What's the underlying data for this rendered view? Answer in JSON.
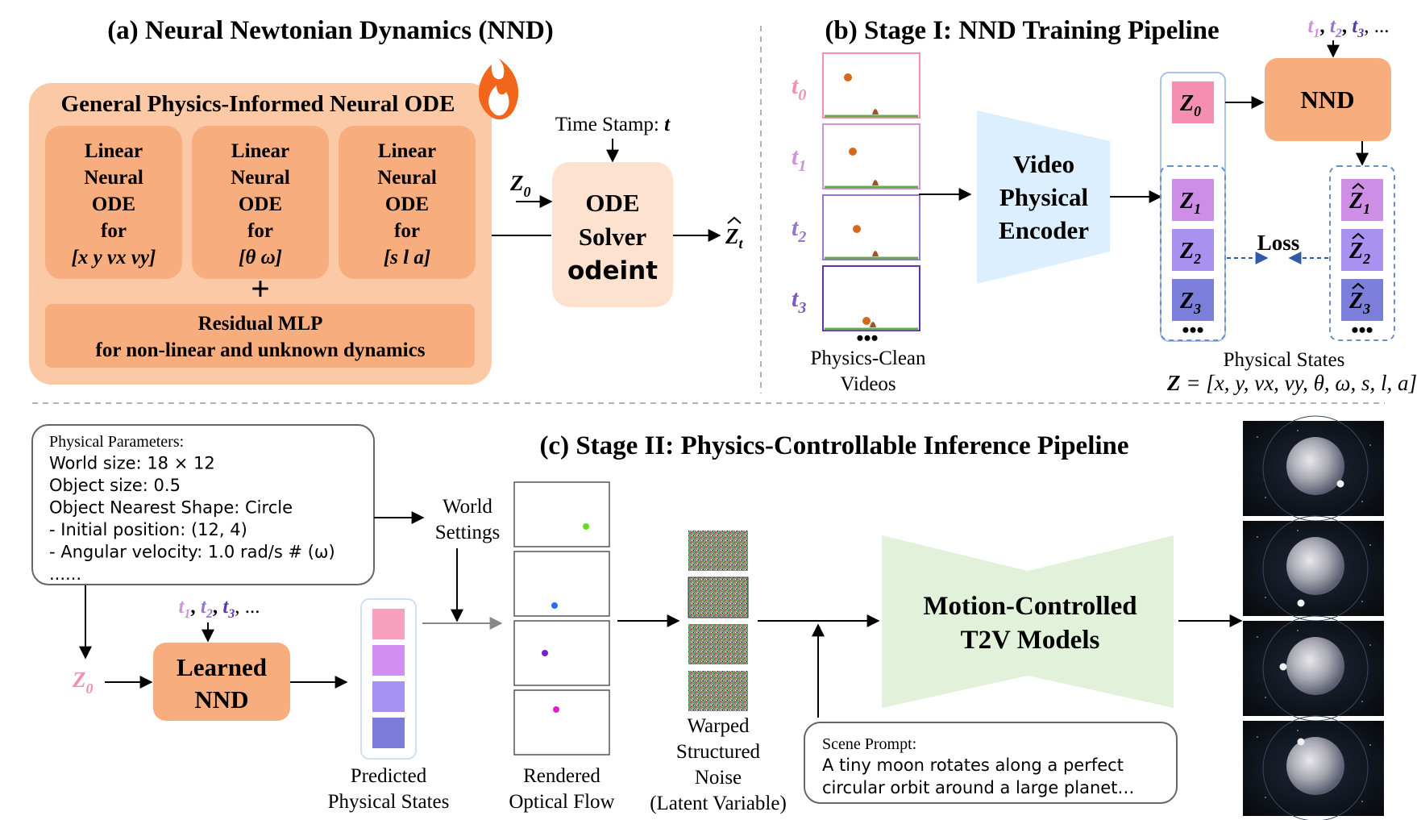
{
  "panel_a": {
    "title": "(a) Neural Newtonian Dynamics (NND)",
    "ode_box_title": "General Physics-Informed Neural ODE",
    "linear_blocks": [
      {
        "lines": [
          "Linear",
          "Neural",
          "ODE",
          "for",
          "[x y vx vy]"
        ]
      },
      {
        "lines": [
          "Linear",
          "Neural",
          "ODE",
          "for",
          "[θ ω]"
        ]
      },
      {
        "lines": [
          "Linear",
          "Neural",
          "ODE",
          "for",
          "[s l a]"
        ]
      }
    ],
    "plus": "+",
    "residual_line1": "Residual MLP",
    "residual_line2": "for non-linear and unknown dynamics",
    "time_stamp_label": "Time Stamp:",
    "time_stamp_var": "t",
    "z0_label": "Z",
    "z0_sub": "0",
    "solver_lines": [
      "ODE",
      "Solver",
      "odeint"
    ],
    "zt_label": "Z",
    "zt_sub": "t",
    "fire_icon": "fire-icon"
  },
  "panel_b": {
    "title": "(b) Stage I: NND Training Pipeline",
    "time_labels": [
      {
        "var": "t",
        "sub": "0",
        "color": "#f48fb1"
      },
      {
        "var": "t",
        "sub": "1",
        "color": "#ce93d8"
      },
      {
        "var": "t",
        "sub": "2",
        "color": "#9575cd"
      },
      {
        "var": "t",
        "sub": "3",
        "color": "#7e57c2"
      }
    ],
    "dots": "•••",
    "videos_caption": [
      "Physics-Clean",
      "Videos"
    ],
    "encoder_lines": [
      "Video",
      "Physical",
      "Encoder"
    ],
    "time_seq": {
      "t1": "t",
      "s1": "1",
      "t2": "t",
      "s2": "2",
      "t3": "t",
      "s3": "3",
      "rest": ", ..."
    },
    "nnd_label": "NND",
    "z_states": [
      {
        "label": "Z",
        "sub": "0",
        "color": "#f48fb1"
      },
      {
        "label": "Z",
        "sub": "1",
        "color": "#ce8ee6"
      },
      {
        "label": "Z",
        "sub": "2",
        "color": "#a991f0"
      },
      {
        "label": "Z",
        "sub": "3",
        "color": "#7b7fd9"
      }
    ],
    "zhat_states": [
      {
        "label": "Z",
        "sub": "1",
        "color": "#ce8ee6"
      },
      {
        "label": "Z",
        "sub": "2",
        "color": "#a991f0"
      },
      {
        "label": "Z",
        "sub": "3",
        "color": "#7b7fd9"
      }
    ],
    "loss_label": "Loss",
    "physical_states_caption": "Physical States",
    "z_definition_lhs": "Z",
    "z_definition_rhs": "= [x, y, vx, vy, θ, ω, s, l, a]"
  },
  "panel_c": {
    "title": "(c) Stage II: Physics-Controllable Inference Pipeline",
    "params_lines": [
      "Physical Parameters:",
      "World size: 18 × 12",
      "Object size: 0.5",
      "Object Nearest Shape: Circle",
      "- Initial position: (12, 4)",
      "- Angular velocity: 1.0 rad/s # (ω)",
      "......"
    ],
    "world_settings": [
      "World",
      "Settings"
    ],
    "time_seq": {
      "t1": "t",
      "s1": "1",
      "t2": "t",
      "s2": "2",
      "t3": "t",
      "s3": "3",
      "rest": ", ..."
    },
    "z0_label": "Z",
    "z0_sub": "0",
    "learned_nnd_lines": [
      "Learned",
      "NND"
    ],
    "predicted_caption": [
      "Predicted",
      "Physical States"
    ],
    "predicted_colors": [
      "#f8a0bd",
      "#d48ef2",
      "#a592f2",
      "#7b7dd8"
    ],
    "flow_dots": [
      {
        "color": "#66dd22"
      },
      {
        "color": "#2a6cf0"
      },
      {
        "color": "#7a1fd0"
      },
      {
        "color": "#e020d0"
      }
    ],
    "flow_caption": [
      "Rendered",
      "Optical Flow"
    ],
    "noise_caption": [
      "Warped",
      "Structured",
      "Noise",
      "(Latent Variable)"
    ],
    "t2v_lines": [
      "Motion-Controlled",
      "T2V Models"
    ],
    "scene_prompt_label": "Scene Prompt:",
    "scene_prompt_lines": [
      "A tiny moon rotates along a perfect",
      "circular orbit around a large planet…"
    ]
  },
  "colors": {
    "orange_bg": "#fbc9a6",
    "orange_block": "#f8ad7e",
    "solver_bg": "#fde3cf",
    "encoder_blue": "#dcefff",
    "t2v_green": "#e2f2da",
    "arrow": "#000000",
    "dashed_blue": "#2f5aa8"
  }
}
